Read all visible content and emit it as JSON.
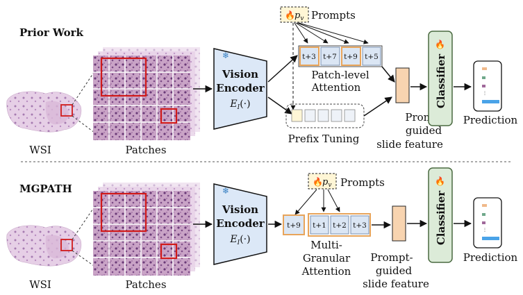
{
  "prior": {
    "section_title": "Prior Work",
    "wsi_label": "WSI",
    "patches_label": "Patches",
    "encoder_line1": "Vision",
    "encoder_line2": "Encoder",
    "encoder_formula": "E",
    "encoder_formula_sub": "I",
    "encoder_formula_arg": "(·)",
    "prompt_symbol": "p",
    "prompt_sub": "v",
    "prompts_label": "Prompts",
    "tokens": [
      "t+3",
      "t+7",
      "t+9",
      "t+5"
    ],
    "patch_attn_line1": "Patch-level",
    "patch_attn_line2": "Attention",
    "prefix_label": "Prefix Tuning",
    "slide_line1": "Prompt-",
    "slide_line2": "guided",
    "slide_line3": "slide feature",
    "classifier_label": "Classifier",
    "prediction_label": "Prediction"
  },
  "mgpath": {
    "section_title": "MGPATH",
    "wsi_label": "WSI",
    "patches_label": "Patches",
    "encoder_line1": "Vision",
    "encoder_line2": "Encoder",
    "encoder_formula": "E",
    "encoder_formula_sub": "I",
    "encoder_formula_arg": "(·)",
    "prompt_symbol": "p",
    "prompt_sub": "v",
    "prompts_label": "Prompts",
    "token_single": "t+9",
    "tokens": [
      "t+1",
      "t+2",
      "t+3"
    ],
    "attn_line1": "Multi-",
    "attn_line2": "Granular",
    "attn_line3": "Attention",
    "slide_line1": "Prompt-",
    "slide_line2": "guided",
    "slide_line3": "slide feature",
    "classifier_label": "Classifier",
    "prediction_label": "Prediction"
  },
  "colors": {
    "encoder_fill": "#dce8f7",
    "token_fill": "#dbe6f4",
    "token_highlight": "#e8a45a",
    "prompt_fill": "#fff6d6",
    "slide_feature_fill": "#f8d4b0",
    "classifier_fill": "#dcebd8",
    "classifier_stroke": "#4a6a40",
    "patch_highlight": "#d11a1a",
    "bar_blue": "#4aa3e8",
    "bar_orange": "#f0b98a",
    "bar_green": "#6fa88a",
    "bar_purple": "#a0689a"
  }
}
